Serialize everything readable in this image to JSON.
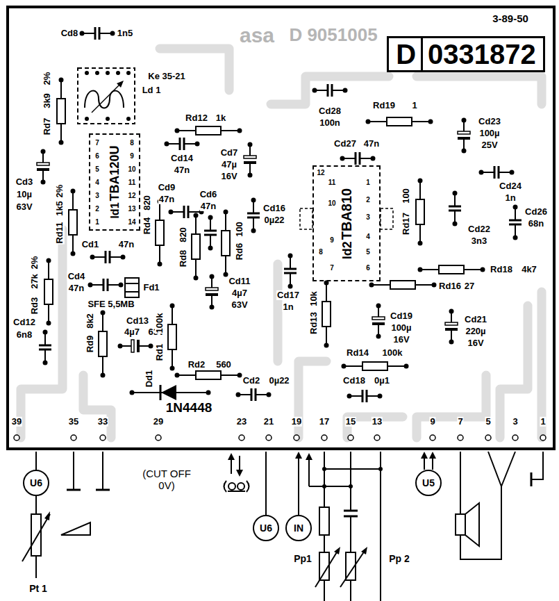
{
  "diagram": {
    "nodes": [
      {
        "text": [
          "D",
          "0331872"
        ]
      },
      {
        "text": [
          "Id1",
          "TBA120U"
        ]
      },
      {
        "text": [
          "Id2",
          "TBA810"
        ]
      },
      {
        "text": [
          "U6"
        ]
      },
      {
        "text": [
          "U5"
        ]
      },
      {
        "text": [
          "U6"
        ]
      },
      {
        "text": [
          "IN"
        ]
      }
    ],
    "labels": [
      "3-89-50",
      "asa",
      "D 9051005",
      "Cd8",
      "1n5",
      "Rd7",
      "3k9",
      "2%",
      "Ke 35-21",
      "Ld 1",
      "Rd12",
      "1k",
      "Cd14",
      "47n",
      "Cd7",
      "47µ",
      "16V",
      "Cd9",
      "47n",
      "Cd6",
      "47n",
      "Cd3",
      "10µ",
      "63V",
      "Rd11",
      "1k5",
      "2%",
      "Rd4",
      "820",
      "Rd8",
      "820",
      "Rd6",
      "100",
      "Cd16",
      "0µ22",
      "Cd1",
      "47n",
      "Cd4",
      "47n",
      "Fd1",
      "SFE 5,5MB",
      "Rd3",
      "27k",
      "2%",
      "Rd9",
      "8k2",
      "Cd13",
      "4µ7",
      "63V",
      "Cd11",
      "4µ7",
      "63V",
      "Cd12",
      "6n8",
      "Rd1",
      "100k",
      "Rd2",
      "560",
      "Dd1",
      "1N4448",
      "Cd2",
      "0µ22",
      "Cd28",
      "100n",
      "Rd19",
      "1",
      "Cd23",
      "100µ",
      "25V",
      "Cd27",
      "47n",
      "Cd24",
      "1n",
      "Rd17",
      "100",
      "Cd26",
      "68n",
      "Cd22",
      "3n3",
      "Rd18",
      "4k7",
      "Rd16",
      "27",
      "Cd17",
      "1n",
      "Rd13",
      "10k",
      "Cd19",
      "100µ",
      "16V",
      "Cd21",
      "220µ",
      "16V",
      "Rd14",
      "100k",
      "Cd18",
      "0µ1",
      "39",
      "35",
      "33",
      "29",
      "23",
      "21",
      "19",
      "17",
      "15",
      "13",
      "9",
      "7",
      "5",
      "3",
      "1",
      "7",
      "6",
      "5",
      "4",
      "3",
      "2",
      "1",
      "8",
      "9",
      "10",
      "11",
      "12",
      "13",
      "14",
      "12",
      "11",
      "10",
      "9",
      "8",
      "7",
      "1",
      "2",
      "3",
      "4",
      "5",
      "6",
      "(CUT OFF 0V)",
      "Pt 1",
      "Pp1",
      "Pp 2"
    ]
  }
}
